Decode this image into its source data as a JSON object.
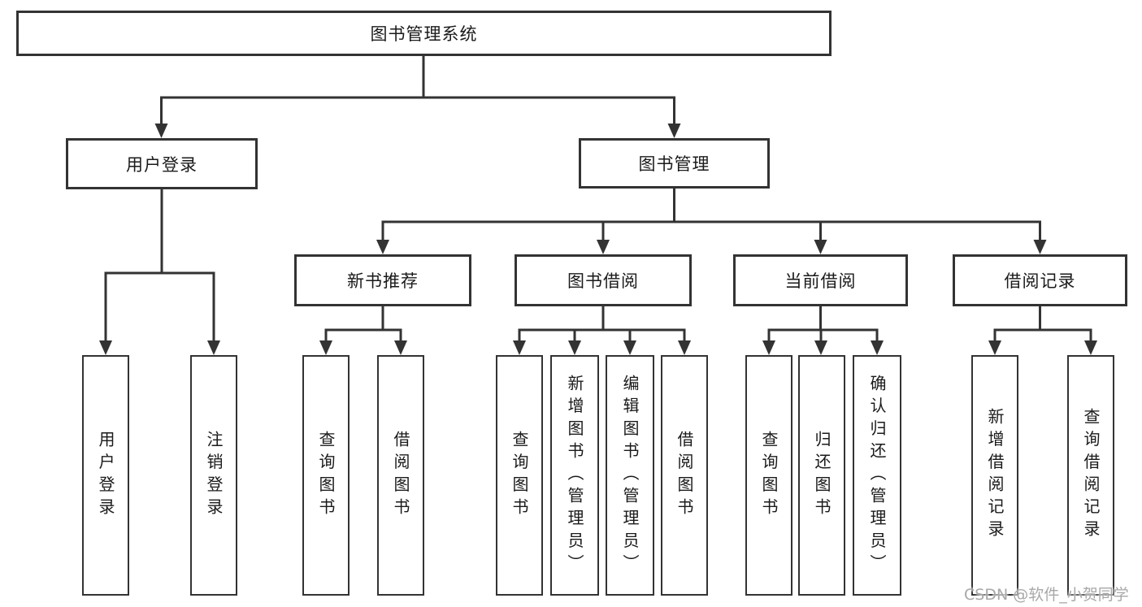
{
  "colors": {
    "line": "#333333",
    "box_border": "#333333",
    "text": "#1a1a1a",
    "background": "#ffffff",
    "watermark": "#a8a8a8"
  },
  "root": {
    "label": "图书管理系统"
  },
  "branches": [
    {
      "label": "用户登录"
    },
    {
      "label": "图书管理"
    }
  ],
  "modules": [
    {
      "label": "新书推荐"
    },
    {
      "label": "图书借阅"
    },
    {
      "label": "当前借阅"
    },
    {
      "label": "借阅记录"
    }
  ],
  "leaves": [
    {
      "label": "用户登录"
    },
    {
      "label": "注销登录"
    },
    {
      "label": "查询图书"
    },
    {
      "label": "借阅图书"
    },
    {
      "label": "查询图书"
    },
    {
      "label": "新增图书（管理员）"
    },
    {
      "label": "编辑图书（管理员）"
    },
    {
      "label": "借阅图书"
    },
    {
      "label": "查询图书"
    },
    {
      "label": "归还图书"
    },
    {
      "label": "确认归还（管理员）"
    },
    {
      "label": "新增借阅记录"
    },
    {
      "label": "查询借阅记录"
    }
  ],
  "watermark": "CSDN @软件_小贺同学"
}
